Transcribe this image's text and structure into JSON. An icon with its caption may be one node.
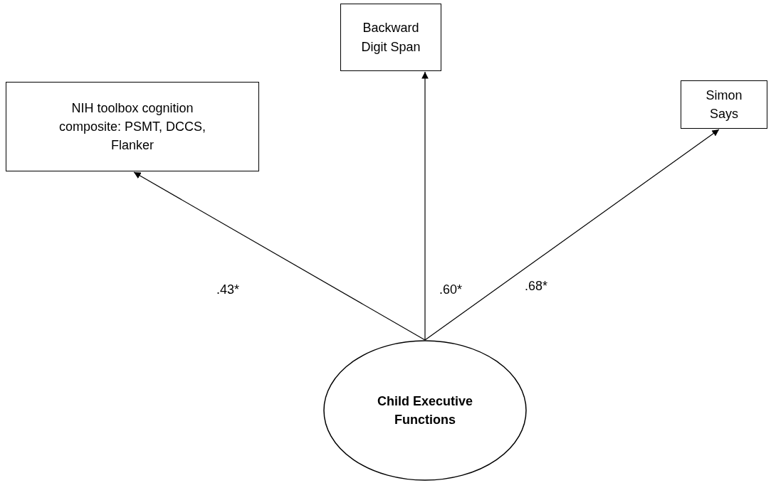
{
  "diagram": {
    "nodes": [
      {
        "text": [
          "NIH toolbox cognition composite: PSMT, DCCS, Flanker"
        ]
      },
      {
        "text": [
          "Backward Digit Span"
        ]
      },
      {
        "text": [
          "Simon Says"
        ]
      },
      {
        "text": [
          "Child Executive Functions"
        ]
      }
    ],
    "edges": [
      {
        "from": 3,
        "to": 0,
        "arrow": "to",
        "label": ".43*"
      },
      {
        "from": 3,
        "to": 1,
        "arrow": "to",
        "label": ".60*"
      },
      {
        "from": 3,
        "to": 2,
        "arrow": "to",
        "label": ".68*"
      }
    ]
  }
}
